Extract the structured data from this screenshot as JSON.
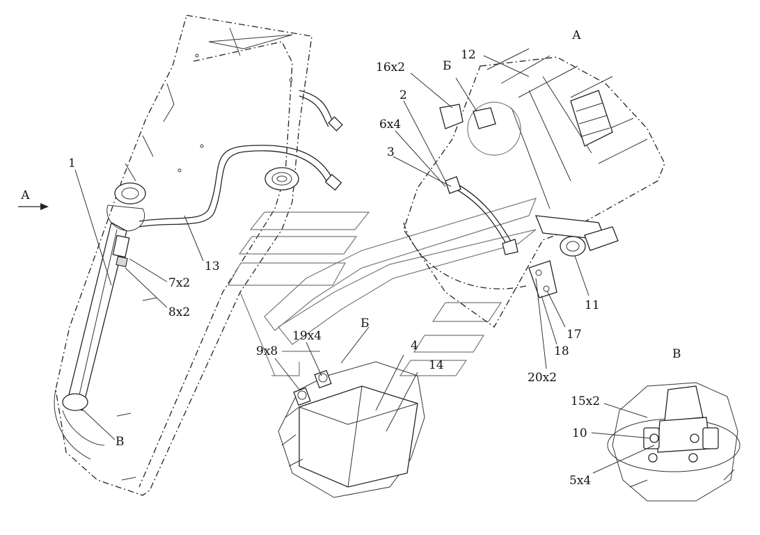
{
  "views": {
    "a": "А",
    "b": "Б",
    "v": "В"
  },
  "labels": {
    "l1": "1",
    "l2": "2",
    "l3": "3",
    "l4": "4",
    "l5x4": "5x4",
    "l6x4": "6x4",
    "l7x2": "7x2",
    "l8x2": "8x2",
    "l9x8": "9x8",
    "l10": "10",
    "l11": "11",
    "l12": "12",
    "l13": "13",
    "l14": "14",
    "l15x2": "15x2",
    "l16x2": "16x2",
    "l17": "17",
    "l18": "18",
    "l19x4": "19x4",
    "l20x2": "20x2"
  }
}
